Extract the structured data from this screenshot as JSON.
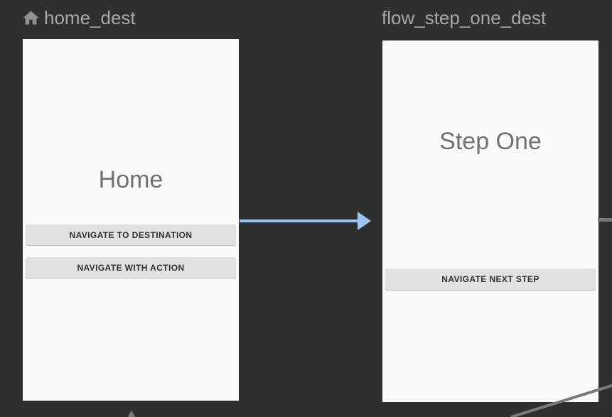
{
  "canvas": {
    "background": "#2d2f31"
  },
  "destinations": [
    {
      "header": "home_dest",
      "start_icon": "home-icon",
      "title": "Home",
      "buttons": [
        "NAVIGATE TO DESTINATION",
        "NAVIGATE WITH ACTION"
      ]
    },
    {
      "header": "flow_step_one_dest",
      "title": "Step One",
      "buttons": [
        "NAVIGATE NEXT STEP"
      ]
    }
  ],
  "connections": {
    "action_arrow_color": "#9dc5f2",
    "partial_line_color": "#77797b"
  }
}
